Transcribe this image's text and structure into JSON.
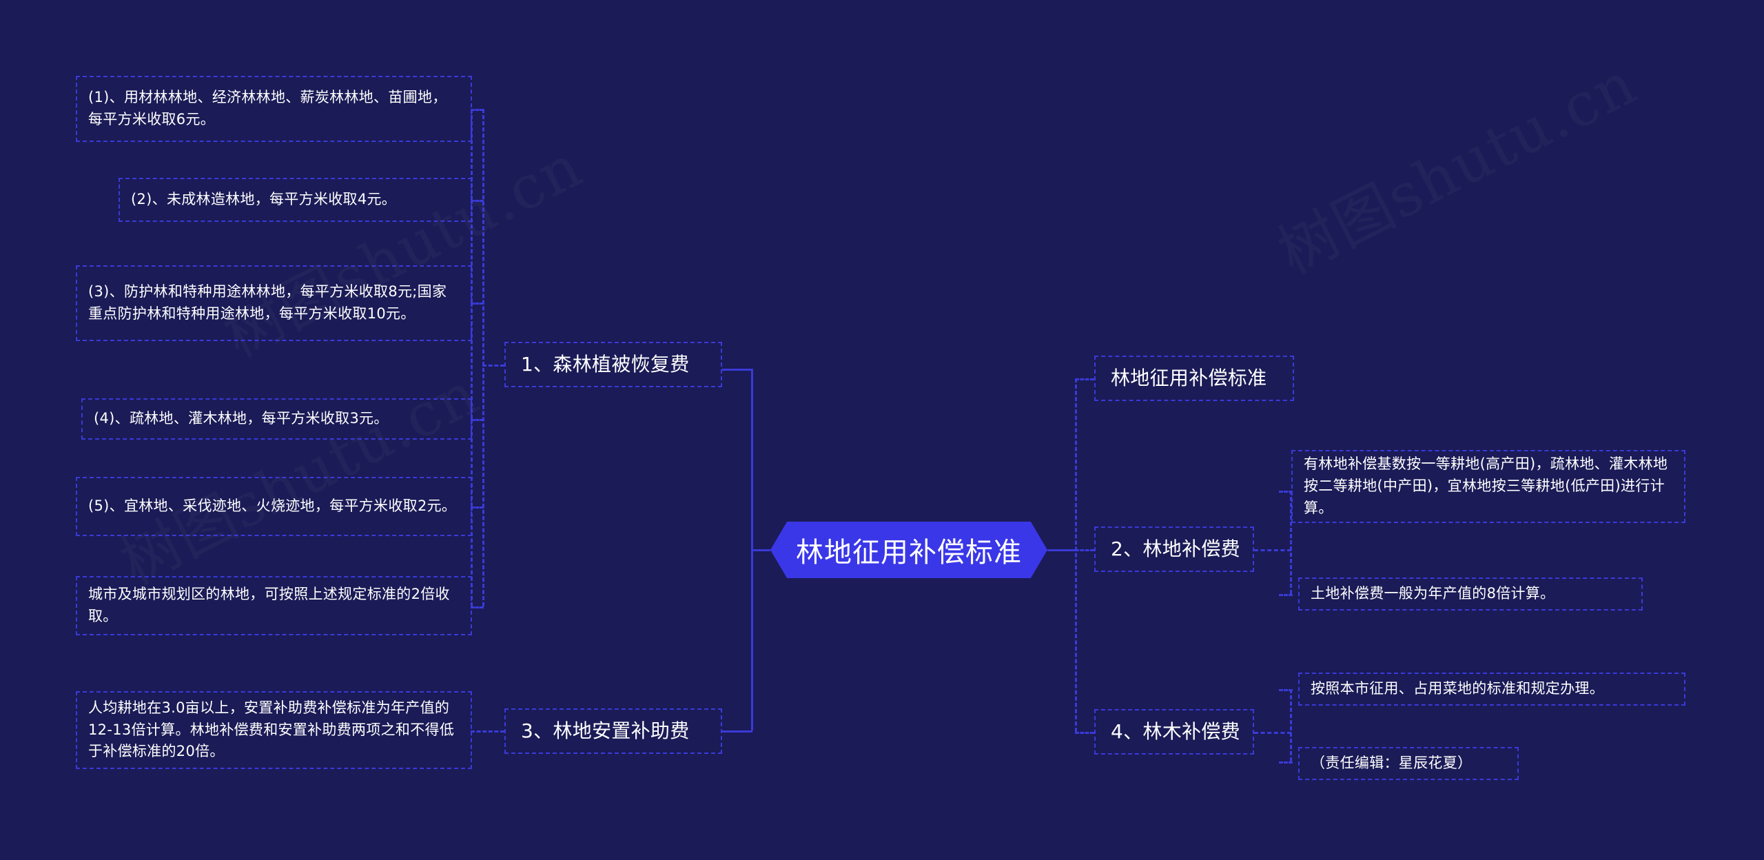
{
  "meta": {
    "title": "林地征用补偿标准",
    "background_color": "#1b1b57",
    "line_color": "#3a3ad8",
    "center_fill": "#3a37e8",
    "text_color": "#ffffff"
  },
  "watermark": {
    "text": "树图shutu.cn"
  },
  "center": {
    "label": "林地征用补偿标准"
  },
  "branches": [
    {
      "id": "b1",
      "label": "1、森林植被恢复费",
      "leaves": [
        "(1)、用材林林地、经济林林地、薪炭林林地、苗圃地，每平方米收取6元。",
        "(2)、未成林造林地，每平方米收取4元。",
        "(3)、防护林和特种用途林林地，每平方米收取8元;国家重点防护林和特种用途林地，每平方米收取10元。",
        "(4)、疏林地、灌木林地，每平方米收取3元。",
        "(5)、宜林地、采伐迹地、火烧迹地，每平方米收取2元。",
        "城市及城市规划区的林地，可按照上述规定标准的2倍收取。"
      ]
    },
    {
      "id": "b2",
      "label": "2、林地补偿费",
      "leaves": [
        "有林地补偿基数按一等耕地(高产田)，疏林地、灌木林地按二等耕地(中产田)，宜林地按三等耕地(低产田)进行计算。",
        "土地补偿费一般为年产值的8倍计算。"
      ]
    },
    {
      "id": "b3",
      "label": "3、林地安置补助费",
      "leaves": [
        "人均耕地在3.0亩以上，安置补助费补偿标准为年产值的12-13倍计算。林地补偿费和安置补助费两项之和不得低于补偿标准的20倍。"
      ]
    },
    {
      "id": "b4",
      "label": "4、林木补偿费",
      "leaves": [
        "按照本市征用、占用菜地的标准和规定办理。",
        "（责任编辑：星辰花夏）"
      ]
    }
  ],
  "top_right": {
    "label": "林地征用补偿标准"
  }
}
